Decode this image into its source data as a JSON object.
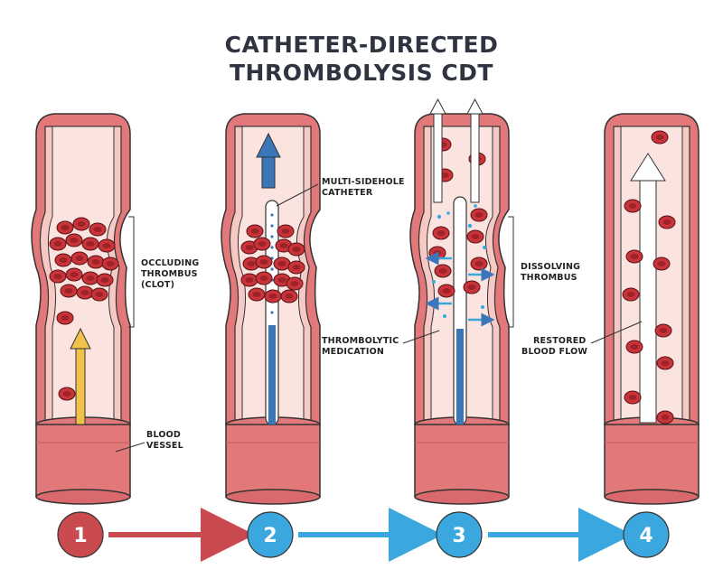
{
  "title": {
    "line1": "CATHETER-DIRECTED",
    "line2": "THROMBOLYSIS CDT"
  },
  "labels": {
    "thrombus_line1": "OCCLUDING",
    "thrombus_line2": "THROMBUS",
    "thrombus_line3": "(CLOT)",
    "vessel_line1": "BLOOD",
    "vessel_line2": "VESSEL",
    "catheter_line1": "MULTI-SIDEHOLE",
    "catheter_line2": "CATHETER",
    "medication_line1": "THROMBOLYTIC",
    "medication_line2": "MEDICATION",
    "dissolving_line1": "DISSOLVING",
    "dissolving_line2": "THROMBUS",
    "restored_line1": "RESTORED",
    "restored_line2": "BLOOD FLOW"
  },
  "steps": [
    {
      "number": "1",
      "color": "#c94a4f"
    },
    {
      "number": "2",
      "color": "#3aa7de"
    },
    {
      "number": "3",
      "color": "#3aa7de"
    },
    {
      "number": "4",
      "color": "#3aa7de"
    }
  ],
  "colors": {
    "vessel_wall": "#e3787a",
    "vessel_inner": "#f6c9c4",
    "lumen": "#fbe3df",
    "blood_cell": "#c8343a",
    "catheter": "#3a76b8",
    "arrow_red": "#c94a4f",
    "arrow_blue": "#3aa7de",
    "flow_up": "#f2c14a"
  }
}
